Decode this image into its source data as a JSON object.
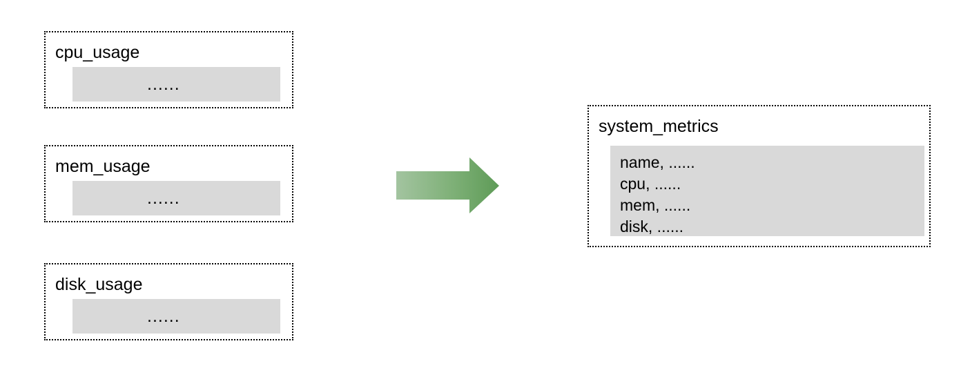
{
  "diagram": {
    "title": "",
    "type": "data-aggregation-flow",
    "colors": {
      "payload_fill": "#d9d9d9",
      "border": "#000000",
      "arrow_gradient_start": "#a3c4a0",
      "arrow_gradient_end": "#5e9b57"
    },
    "sources": [
      {
        "name": "cpu_usage",
        "payload": "......"
      },
      {
        "name": "mem_usage",
        "payload": "......"
      },
      {
        "name": "disk_usage",
        "payload": "......"
      }
    ],
    "connector": {
      "icon": "right-arrow-icon",
      "direction": "right",
      "label": ""
    },
    "target": {
      "name": "system_metrics",
      "fields": [
        "name, ......",
        "cpu, ......",
        "mem, ......",
        "disk, ......"
      ]
    }
  }
}
